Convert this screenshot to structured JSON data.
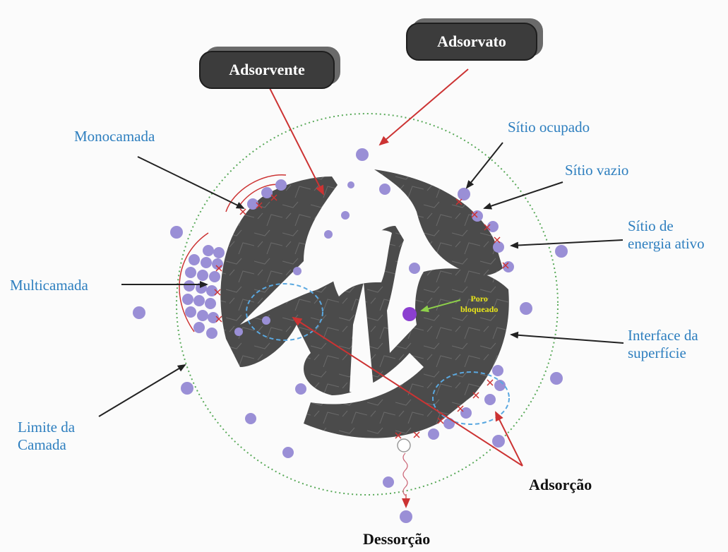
{
  "pills": {
    "adsorvente": "Adsorvente",
    "adsorvato": "Adsorvato"
  },
  "labels": {
    "monocamada": "Monocamada",
    "multicamada": "Multicamada",
    "limite": "Limite da\nCamada",
    "sitio_ocupado": "Sítio ocupado",
    "sitio_vazio": "Sítio vazio",
    "sitio_energia": "Sítio de\nenergia ativo",
    "interface": "Interface da\nsuperfície",
    "poro": "Poro\nbloqueado",
    "adsorcao": "Adsorção",
    "dessorcao": "Dessorção"
  },
  "colors": {
    "particle": "#9a8fd6",
    "particle_dark": "#7a6ad0",
    "solid": "#4b4b4b",
    "red_arrow": "#cc3333",
    "dark_arrow": "#222222",
    "boundary": "#5aaa5a",
    "dashed": "#5aa8e0",
    "poro_dot": "#8b3fd0",
    "poro_text": "#e9e619"
  }
}
